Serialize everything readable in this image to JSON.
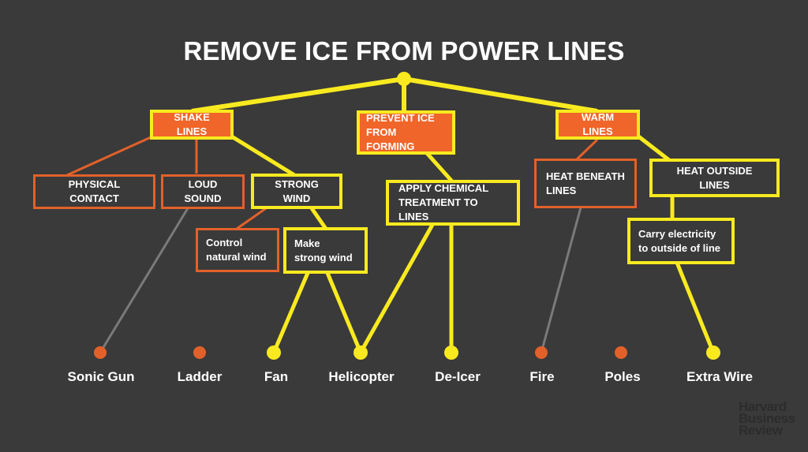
{
  "title": "REMOVE ICE FROM POWER LINES",
  "level1": {
    "shake": "SHAKE LINES",
    "prevent_line1": "PREVENT ICE",
    "prevent_line2": "FROM FORMING",
    "warm": "WARM LINES"
  },
  "level2": {
    "physical": "PHYSICAL CONTACT",
    "loud": "LOUD SOUND",
    "strong": "STRONG WIND",
    "chemical_line1": "APPLY CHEMICAL",
    "chemical_line2": "TREATMENT TO LINES",
    "heat_beneath_line1": "HEAT BENEATH",
    "heat_beneath_line2": "LINES",
    "heat_outside": "HEAT OUTSIDE LINES"
  },
  "level3": {
    "control_line1": "Control",
    "control_line2": "natural wind",
    "make_line1": "Make",
    "make_line2": "strong wind",
    "carry_line1": "Carry electricity",
    "carry_line2": "to outside of line"
  },
  "leaves": [
    "Sonic Gun",
    "Ladder",
    "Fan",
    "Helicopter",
    "De-Icer",
    "Fire",
    "Poles",
    "Extra Wire"
  ],
  "logo": {
    "line1": "Harvard",
    "line2": "Business",
    "line3": "Review"
  },
  "colors": {
    "background": "#3a3a3a",
    "orange": "#e2612a",
    "orange_fill": "#f06529",
    "yellow": "#f8ea1f",
    "gray": "#7a7a7a"
  }
}
